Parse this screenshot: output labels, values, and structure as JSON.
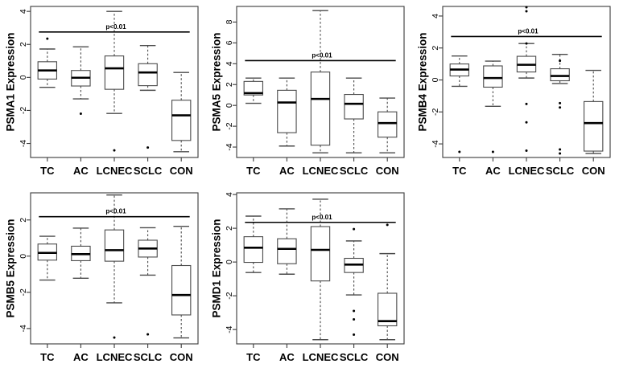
{
  "figure": {
    "type": "boxplot-grid",
    "rows": 2,
    "cols": 3,
    "background": "#ffffff",
    "foreground": "#000000"
  },
  "categories": [
    "TC",
    "AC",
    "LCNEC",
    "SCLC",
    "CON"
  ],
  "annotation_label": "p<0.01",
  "chart_data": [
    {
      "type": "box",
      "id": "panel-psma1",
      "title": "",
      "ylabel": "PSMA1 Expression",
      "xlabel": "",
      "ylim": [
        -4.85,
        4.3
      ],
      "yticks": [
        4,
        2,
        0,
        -2,
        -4
      ],
      "categories": [
        "TC",
        "AC",
        "LCNEC",
        "SCLC",
        "CON"
      ],
      "grid": false,
      "legend": null,
      "annotation": {
        "text": "p<0.01",
        "y": 2.75,
        "from": "TC",
        "to": "CON"
      },
      "boxes": [
        {
          "category": "TC",
          "whisker_low": -0.6,
          "q1": -0.1,
          "median": 0.42,
          "q3": 0.95,
          "whisker_high": 1.72,
          "outliers": [
            2.35
          ]
        },
        {
          "category": "AC",
          "whisker_low": -1.3,
          "q1": -0.52,
          "median": -0.02,
          "q3": 0.42,
          "whisker_high": 1.85,
          "outliers": [
            -2.2
          ]
        },
        {
          "category": "LCNEC",
          "whisker_low": -2.18,
          "q1": -0.72,
          "median": 0.55,
          "q3": 1.3,
          "whisker_high": 4.0,
          "outliers": [
            -4.42
          ]
        },
        {
          "category": "SCLC",
          "whisker_low": -0.78,
          "q1": -0.5,
          "median": 0.3,
          "q3": 0.83,
          "whisker_high": 1.93,
          "outliers": [
            -4.25
          ]
        },
        {
          "category": "CON",
          "whisker_low": -4.5,
          "q1": -3.82,
          "median": -2.3,
          "q3": -1.38,
          "whisker_high": 0.3,
          "outliers": []
        }
      ]
    },
    {
      "type": "box",
      "id": "panel-psma5",
      "title": "",
      "ylabel": "PSMA5 Expression",
      "xlabel": "",
      "ylim": [
        -5.0,
        9.5
      ],
      "yticks": [
        8,
        6,
        4,
        2,
        0,
        -2,
        -4
      ],
      "categories": [
        "TC",
        "AC",
        "LCNEC",
        "SCLC",
        "CON"
      ],
      "grid": false,
      "legend": null,
      "annotation": {
        "text": "p<0.01",
        "y": 4.3,
        "from": "TC",
        "to": "CON"
      },
      "boxes": [
        {
          "category": "TC",
          "whisker_low": 0.2,
          "q1": 1.0,
          "median": 1.18,
          "q3": 2.3,
          "whisker_high": 2.62,
          "outliers": []
        },
        {
          "category": "AC",
          "whisker_low": -3.9,
          "q1": -2.62,
          "median": 0.28,
          "q3": 1.45,
          "whisker_high": 2.62,
          "outliers": []
        },
        {
          "category": "LCNEC",
          "whisker_low": -4.55,
          "q1": -3.82,
          "median": 0.62,
          "q3": 3.2,
          "whisker_high": 9.1,
          "outliers": []
        },
        {
          "category": "SCLC",
          "whisker_low": -4.55,
          "q1": -1.3,
          "median": 0.15,
          "q3": 1.05,
          "whisker_high": 2.62,
          "outliers": []
        },
        {
          "category": "CON",
          "whisker_low": -4.55,
          "q1": -3.05,
          "median": -1.7,
          "q3": -0.62,
          "whisker_high": 0.7,
          "outliers": []
        }
      ]
    },
    {
      "type": "box",
      "id": "panel-psmb4",
      "title": "",
      "ylabel": "PSMB4 Expression",
      "xlabel": "",
      "ylim": [
        -4.85,
        4.6
      ],
      "yticks": [
        4,
        2,
        0,
        -2,
        -4
      ],
      "categories": [
        "TC",
        "AC",
        "LCNEC",
        "SCLC",
        "CON"
      ],
      "grid": false,
      "legend": null,
      "annotation": {
        "text": "p<0.01",
        "y": 2.72,
        "from": "TC",
        "to": "CON"
      },
      "boxes": [
        {
          "category": "TC",
          "whisker_low": -0.4,
          "q1": 0.25,
          "median": 0.65,
          "q3": 1.0,
          "whisker_high": 1.5,
          "outliers": [
            -4.5
          ]
        },
        {
          "category": "AC",
          "whisker_low": -1.65,
          "q1": -0.45,
          "median": 0.12,
          "q3": 0.88,
          "whisker_high": 1.18,
          "outliers": [
            -4.5
          ]
        },
        {
          "category": "LCNEC",
          "whisker_low": 0.12,
          "q1": 0.5,
          "median": 0.95,
          "q3": 1.48,
          "whisker_high": 2.28,
          "outliers": [
            4.55,
            4.3,
            2.28,
            -1.5,
            -2.65,
            -4.42
          ]
        },
        {
          "category": "SCLC",
          "whisker_low": -0.22,
          "q1": -0.05,
          "median": 0.25,
          "q3": 0.7,
          "whisker_high": 1.6,
          "outliers": [
            1.2,
            -1.45,
            -1.72,
            -4.35,
            -4.6
          ]
        },
        {
          "category": "CON",
          "whisker_low": -4.6,
          "q1": -4.45,
          "median": -2.7,
          "q3": -1.35,
          "whisker_high": 0.6,
          "outliers": []
        }
      ]
    },
    {
      "type": "box",
      "id": "panel-psmb5",
      "title": "",
      "ylabel": "PSMB5 Expression",
      "xlabel": "",
      "ylim": [
        -4.85,
        3.5
      ],
      "yticks": [
        2,
        0,
        -2,
        -4
      ],
      "categories": [
        "TC",
        "AC",
        "LCNEC",
        "SCLC",
        "CON"
      ],
      "grid": false,
      "legend": null,
      "annotation": {
        "text": "p<0.01",
        "y": 2.18,
        "from": "TC",
        "to": "CON"
      },
      "boxes": [
        {
          "category": "TC",
          "whisker_low": -1.32,
          "q1": -0.22,
          "median": 0.18,
          "q3": 0.67,
          "whisker_high": 1.1,
          "outliers": []
        },
        {
          "category": "AC",
          "whisker_low": -1.22,
          "q1": -0.25,
          "median": 0.11,
          "q3": 0.55,
          "whisker_high": 1.55,
          "outliers": []
        },
        {
          "category": "LCNEC",
          "whisker_low": -2.58,
          "q1": -0.28,
          "median": 0.33,
          "q3": 1.45,
          "whisker_high": 3.38,
          "outliers": [
            -4.5
          ]
        },
        {
          "category": "SCLC",
          "whisker_low": -1.05,
          "q1": -0.05,
          "median": 0.42,
          "q3": 0.88,
          "whisker_high": 1.57,
          "outliers": [
            -4.32
          ]
        },
        {
          "category": "CON",
          "whisker_low": -4.52,
          "q1": -3.25,
          "median": -2.15,
          "q3": -0.52,
          "whisker_high": 1.65,
          "outliers": []
        }
      ]
    },
    {
      "type": "box",
      "id": "panel-psmd1",
      "title": "",
      "ylabel": "PSMD1 Expression",
      "xlabel": "",
      "ylim": [
        -4.85,
        4.1
      ],
      "yticks": [
        4,
        2,
        0,
        -2,
        -4
      ],
      "categories": [
        "TC",
        "AC",
        "LCNEC",
        "SCLC",
        "CON"
      ],
      "grid": false,
      "legend": null,
      "annotation": {
        "text": "p<0.01",
        "y": 2.35,
        "from": "TC",
        "to": "CON"
      },
      "boxes": [
        {
          "category": "TC",
          "whisker_low": -0.62,
          "q1": -0.02,
          "median": 0.85,
          "q3": 1.5,
          "whisker_high": 2.72,
          "outliers": []
        },
        {
          "category": "AC",
          "whisker_low": -0.72,
          "q1": -0.1,
          "median": 0.78,
          "q3": 1.38,
          "whisker_high": 3.15,
          "outliers": []
        },
        {
          "category": "LCNEC",
          "whisker_low": -4.6,
          "q1": -1.12,
          "median": 0.72,
          "q3": 2.1,
          "whisker_high": 3.72,
          "outliers": []
        },
        {
          "category": "SCLC",
          "whisker_low": -1.95,
          "q1": -0.62,
          "median": -0.15,
          "q3": 0.22,
          "whisker_high": 1.25,
          "outliers": [
            1.95,
            -2.9,
            -3.4,
            -4.3
          ]
        },
        {
          "category": "CON",
          "whisker_low": -4.6,
          "q1": -3.78,
          "median": -3.5,
          "q3": -1.85,
          "whisker_high": 0.5,
          "outliers": [
            2.2
          ]
        }
      ]
    }
  ]
}
